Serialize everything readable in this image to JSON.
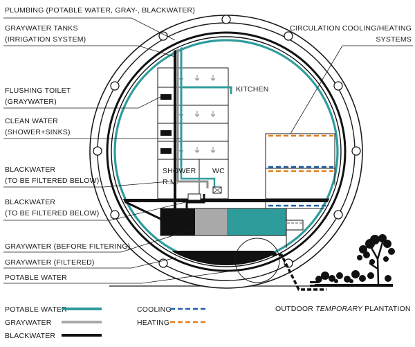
{
  "colors": {
    "potable": "#2f9c9c",
    "graywater": "#a9a9a9",
    "blackwater": "#111111",
    "cooling": "#1f5fa6",
    "heating": "#e0801c",
    "line": "#1a1a1a"
  },
  "left_labels": {
    "plumbing": "PLUMBING (POTABLE WATER, GRAY-, BLACKWATER)",
    "graywater_tanks_1": "GRAYWATER TANKS",
    "graywater_tanks_2": "(IRRIGATION SYSTEM)",
    "flushing_toilet_1": "FLUSHING TOILET",
    "flushing_toilet_2": "(GRAYWATER)",
    "clean_water_1": "CLEAN WATER",
    "clean_water_2": "(SHOWER+SINKS)",
    "blackwater_a_1": "BLACKWATER",
    "blackwater_a_2": "(TO BE FILTERED BELOW)",
    "blackwater_b_1": "BLACKWATER",
    "blackwater_b_2": "(TO BE FILTERED BELOW)",
    "gw_before": "GRAYWATER (BEFORE FILTERING)",
    "gw_filtered": "GRAYWATER (FILTERED)",
    "potable": "POTABLE WATER"
  },
  "right_labels": {
    "circulation_1": "CIRCULATION COOLING/HEATING",
    "circulation_2": "SYSTEMS"
  },
  "inside_labels": {
    "kitchen": "KITCHEN",
    "shower_1": "SHOWER",
    "shower_2": "R.M.",
    "wc": "WC"
  },
  "plantation": {
    "prefix": "OUTDOOR ",
    "emphasis": "TEMPORARY",
    "suffix": " PLANTATION"
  },
  "legend": [
    {
      "label": "POTABLE WATER",
      "style": "potable"
    },
    {
      "label": "GRAYWATER",
      "style": "graywater"
    },
    {
      "label": "BLACKWATER",
      "style": "blackwater"
    },
    {
      "label": "COOLING",
      "style": "cooling"
    },
    {
      "label": "HEATING",
      "style": "heating"
    }
  ]
}
